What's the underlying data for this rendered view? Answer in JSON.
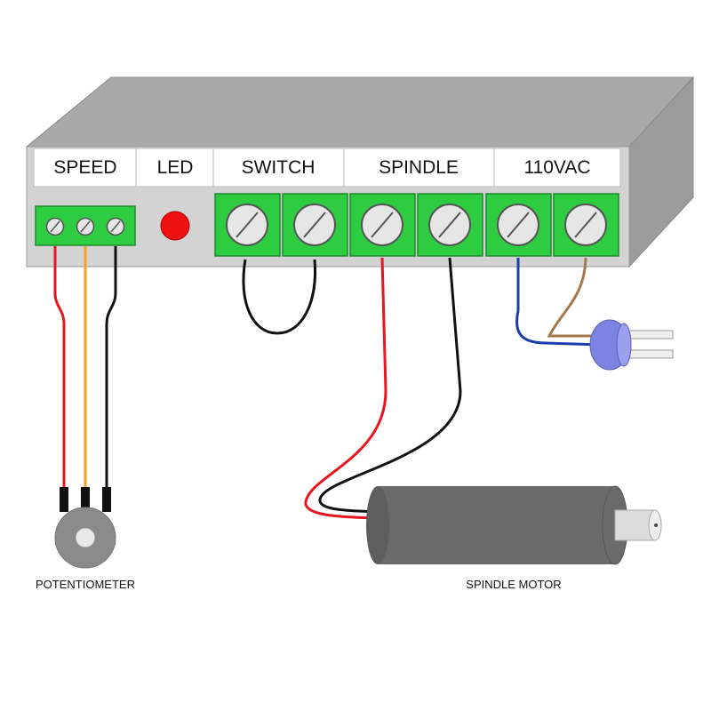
{
  "panel_labels": {
    "speed": "SPEED",
    "led": "LED",
    "switch": "SWITCH",
    "spindle": "SPINDLE",
    "ac": "110VAC"
  },
  "captions": {
    "potentiometer": "POTENTIOMETER",
    "spindle_motor": "SPINDLE MOTOR"
  },
  "colors": {
    "terminal_green": "#2ecc40",
    "led_red": "#ee1111",
    "wire_red": "#e8141e",
    "wire_orange": "#f5a020",
    "wire_black": "#111111",
    "wire_blue": "#1a3ea8",
    "wire_brown": "#a5784c",
    "plug_blue": "#7b82e0",
    "motor_gray": "#6a6a6a"
  }
}
